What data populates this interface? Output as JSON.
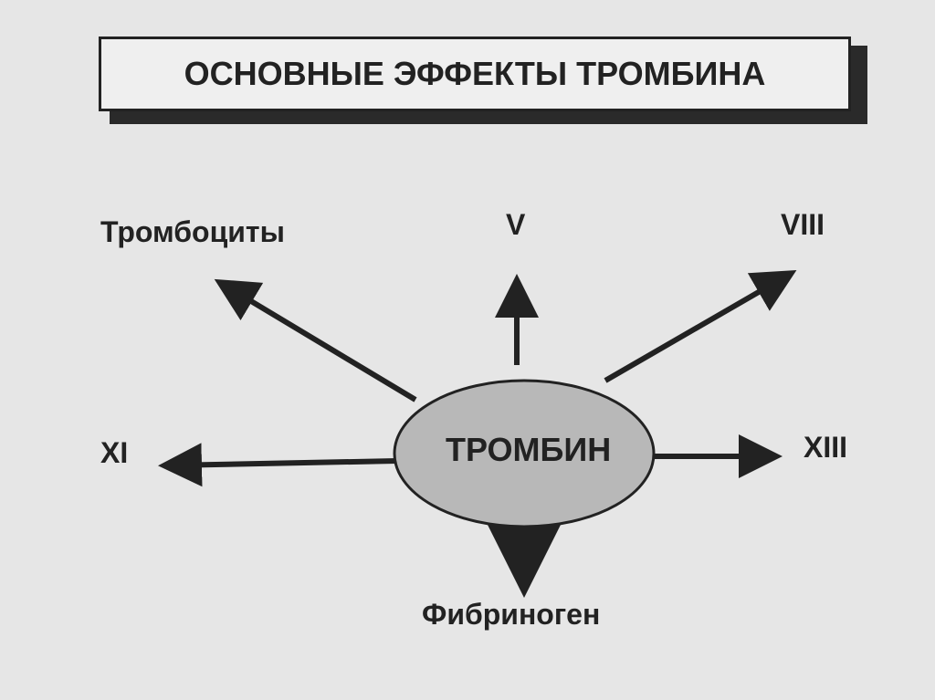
{
  "title": "ОСНОВНЫЕ ЭФФЕКТЫ ТРОМБИНА",
  "center": "ТРОМБИН",
  "targets": {
    "platelets": "Тромбоциты",
    "v": "V",
    "viii": "VIII",
    "xi": "XI",
    "xiii": "XIII",
    "fibrinogen": "Фибриноген"
  }
}
